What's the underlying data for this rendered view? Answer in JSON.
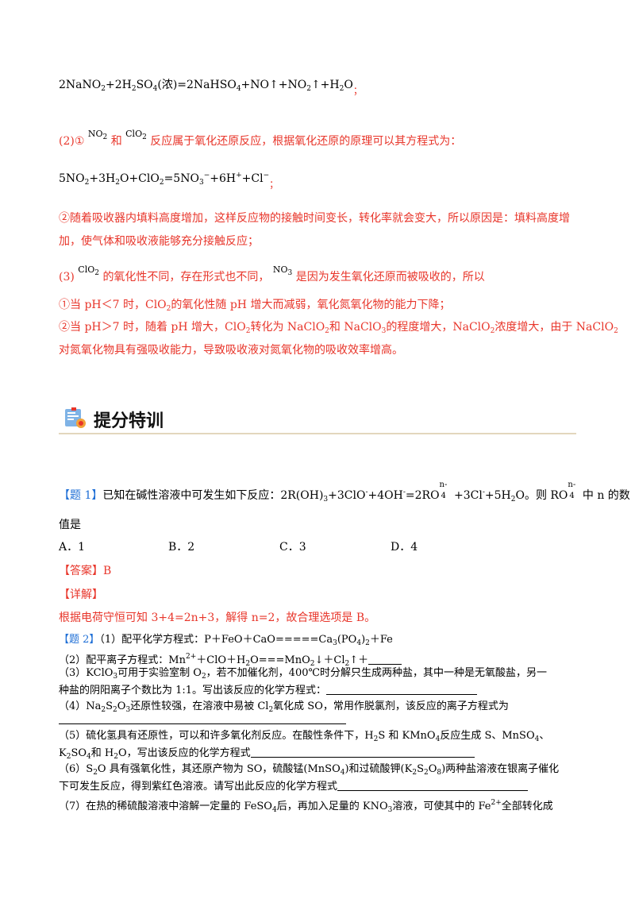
{
  "sol_top": {
    "eq1": {
      "pre": "2NaNO",
      "s1": "2",
      "a": "+2H",
      "s2": "2",
      "b": "SO",
      "s3": "4",
      "c": "(浓)=2NaHSO",
      "s4": "4",
      "d": "+NO↑+NO",
      "s5": "2",
      "e": "↑+H",
      "s6": "2",
      "f": "O",
      "semi": "；"
    },
    "p2_intro": {
      "num": "(2)①",
      "no2": "NO",
      "no2_sub": "2",
      "he": "和",
      "clo2": "ClO",
      "clo2_sub": "2",
      "rest": "反应属于氧化还原反应，根据氧化还原的原理可以其方程式为："
    },
    "eq2": {
      "a": "5NO",
      "s1": "2",
      "b": "+3H",
      "s2": "2",
      "c": "O+ClO",
      "s3": "2",
      "d": "=5NO",
      "s4": "3",
      "sp1": "−",
      "e": "+6H",
      "sp2": "+",
      "f": "+Cl",
      "sp3": "−",
      "semi": "；"
    },
    "p2b_l1": "②随着吸收器内填料高度增加，这样反应物的接触时间变长，转化率就会变大，所以原因是：填料高度增",
    "p2b_l2": "加，使气体和吸收液能够充分接触反应；",
    "p3": {
      "num": "(3)",
      "clo2": "ClO",
      "clo2_sub": "2",
      "mid": "的氧化性不同，存在形式也不同，",
      "no3": "NO",
      "no3_sub": "3",
      "rest": "是因为发生氧化还原而被吸收的，所以"
    },
    "p3a": {
      "a": "①当 pH＜7 时，ClO",
      "s1": "2",
      "b": "的氧化性随 pH 增大而减弱，氧化氮氧化物的能力下降；"
    },
    "p3b_l1": {
      "a": "②当 pH＞7 时，随着 pH 增大，ClO",
      "s1": "2",
      "b": "转化为 NaClO",
      "s2": "2",
      "c": "和 NaClO",
      "s3": "3",
      "d": "的程度增大，NaClO",
      "s4": "2",
      "e": "浓度增大，由于 NaClO",
      "s5": "2"
    },
    "p3b_l2": "对氮氧化物具有强吸收能力，导致吸收液对氮氧化物的吸收效率增高。"
  },
  "section": {
    "title": "提分特训"
  },
  "q1": {
    "tag": "【题 1】",
    "text_a": "已知在碱性溶液中可发生如下反应：2R(OH)",
    "s1": "3",
    "text_b": "+3ClO",
    "sp1": "-",
    "text_c": "+4OH",
    "sp2": "-",
    "text_d": "=2RO",
    "sp3": "n-",
    "sb3": "4",
    "text_e": " +3Cl",
    "sp4": "-",
    "text_f": "+5H",
    "s2": "2",
    "text_g": "O。则 RO",
    "sp5": "n-",
    "sb5": "4",
    "text_h": " 中 n 的数",
    "cont": "值是",
    "options": [
      "A．1",
      "B．2",
      "C．3",
      "D．4"
    ],
    "answer_label": "【答案】B",
    "detail_label": "【详解】",
    "detail": "根据电荷守恒可知 3+4=2n+3，解得 n=2，故合理选项是 B。"
  },
  "q2": {
    "tag": "【题 2】",
    "l1": {
      "a": "（1）配平化学方程式：P＋FeO＋CaO=====Ca",
      "s1": "3",
      "b": "(PO",
      "s2": "4",
      "c": ")",
      "s3": "2",
      "d": "＋Fe"
    },
    "l2": {
      "a": "（2）配平离子方程式：Mn",
      "sp1": "2+",
      "b": "＋ClO＋H",
      "s1": "2",
      "c": "O===MnO",
      "s2": "2",
      "d": "↓＋Cl",
      "s3": "2",
      "e": "↑＋"
    },
    "l3": {
      "a": "（3）KClO",
      "s1": "3",
      "b": "可用于实验室制 O",
      "s2": "2",
      "c": "，若不加催化剂，400℃时分解只生成两种盐，其中一种是无氧酸盐，另一"
    },
    "l4": "种盐的阴阳离子个数比为 1:1。写出该反应的化学方程式：",
    "l5": {
      "a": "（4）Na",
      "s1": "2",
      "b": "S",
      "s2": "2",
      "c": "O",
      "s3": "3",
      "d": "还原性较强，在溶液中易被 Cl",
      "s4": "2",
      "e": "氧化成 SO，常用作脱氯剂，该反应的离子方程式为"
    },
    "l6": {
      "a": "（5）硫化氢具有还原性，可以和许多氧化剂反应。在酸性条件下，H",
      "s1": "2",
      "b": "S 和 KMnO",
      "s2": "4",
      "c": "反应生成 S、MnSO",
      "s3": "4",
      "d": "、"
    },
    "l7": {
      "a": "K",
      "s1": "2",
      "b": "SO",
      "s2": "4",
      "c": "和 H",
      "s3": "2",
      "d": "O，写出该反应的化学方程式"
    },
    "l8": {
      "a": "（6）S",
      "s1": "2",
      "b": "O 具有强氧化性，其还原产物为 SO，硫酸锰(MnSO",
      "s2": "4",
      "c": ")和过硫酸钾(K",
      "s3": "2",
      "d": "S",
      "s4": "2",
      "e": "O",
      "s5": "8",
      "f": ")两种盐溶液在银离子催化"
    },
    "l9": "下可发生反应，得到紫红色溶液。请写出此反应的化学方程式",
    "l10": {
      "a": "（7）在热的稀硫酸溶液中溶解一定量的 FeSO",
      "s1": "4",
      "b": "后，再加入足量的 KNO",
      "s2": "3",
      "c": "溶液，可使其中的 Fe",
      "sp1": "2+",
      "d": "全部转化成"
    }
  },
  "colors": {
    "answer_red": "#e8352a",
    "tag_blue": "#1f6fd6",
    "rule_beige": "#e3d7bd"
  }
}
